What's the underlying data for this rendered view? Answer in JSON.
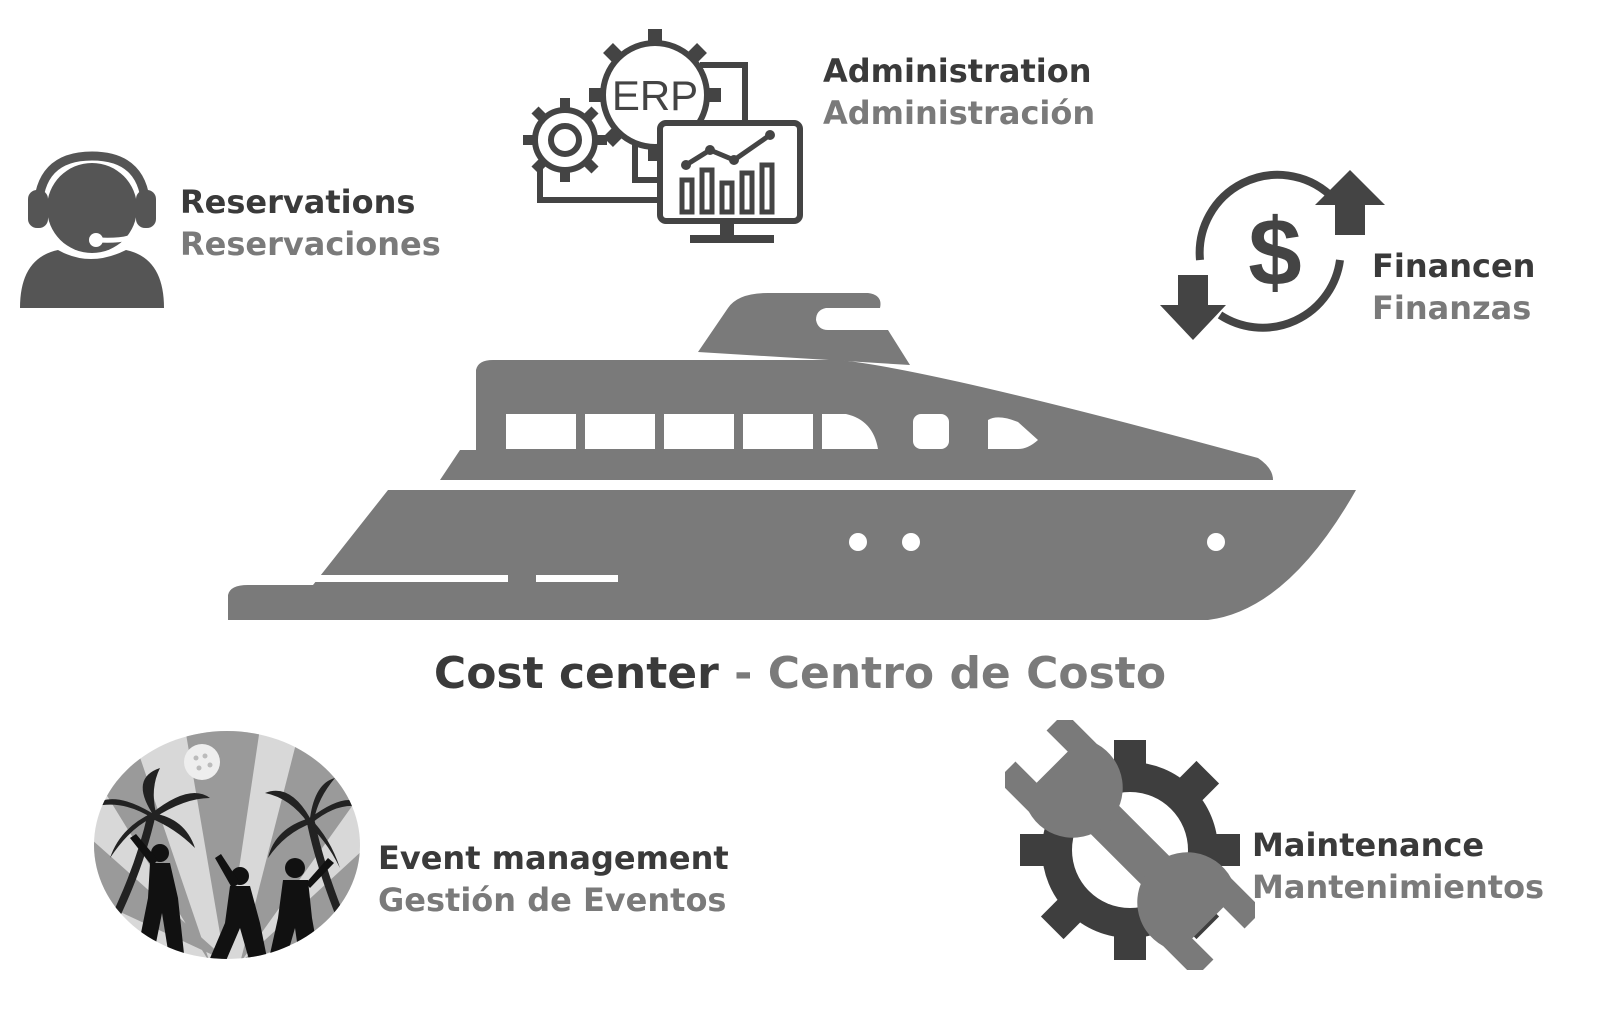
{
  "center": {
    "title_en": "Cost center",
    "separator": " - ",
    "title_es": "Centro de Costo",
    "icon": "yacht-icon"
  },
  "nodes": [
    {
      "id": "reservations",
      "en": "Reservations",
      "es": "Reservaciones",
      "icon": "headset-agent-icon"
    },
    {
      "id": "administration",
      "en": "Administration",
      "es": "Administración",
      "icon": "erp-gears-monitor-icon",
      "icon_text": "ERP"
    },
    {
      "id": "finance",
      "en": "Financen",
      "es": "Finanzas",
      "icon": "dollar-cycle-arrows-icon"
    },
    {
      "id": "events",
      "en": "Event management",
      "es": "Gestión de Eventos",
      "icon": "beach-party-icon"
    },
    {
      "id": "maintenance",
      "en": "Maintenance",
      "es": "Mantenimientos",
      "icon": "gear-wrench-icon"
    }
  ],
  "colors": {
    "dark_text": "#3a3a3a",
    "light_text": "#7a7a7a",
    "icon_dark": "#555555",
    "icon_mid": "#7a7a7a"
  }
}
